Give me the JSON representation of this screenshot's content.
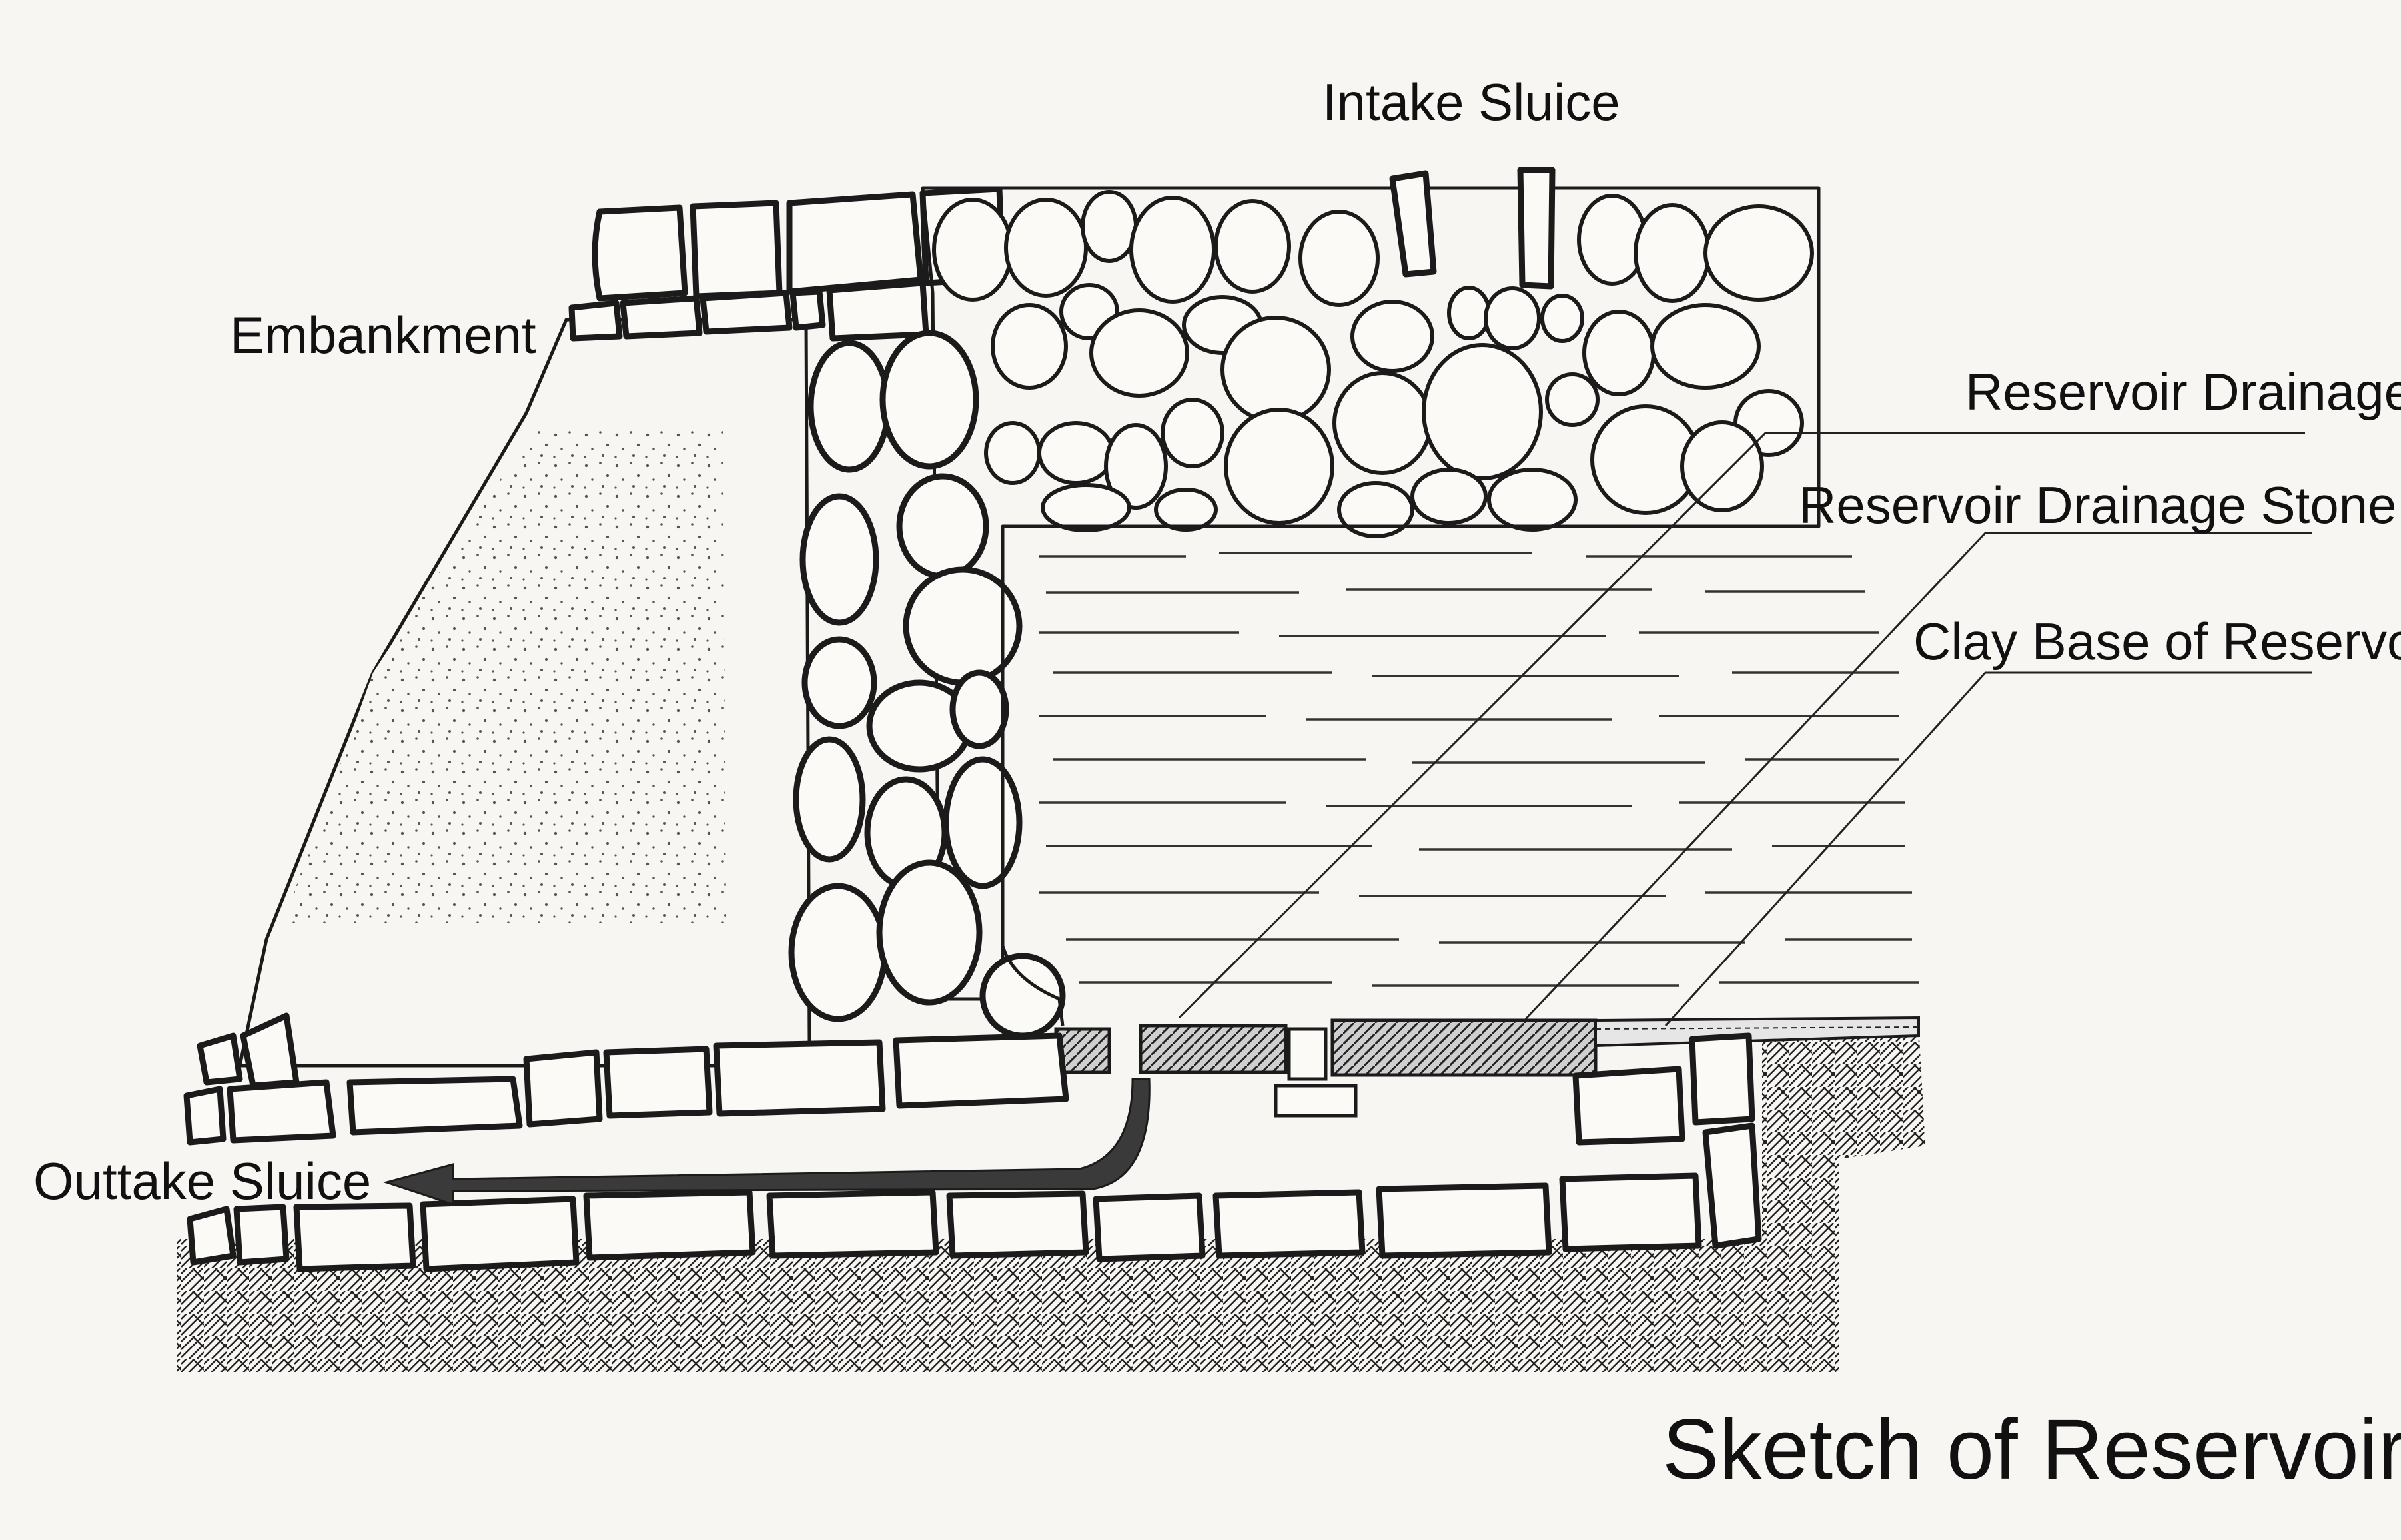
{
  "diagram": {
    "title": "Sketch of Reservoir",
    "labels": {
      "intake_sluice": "Intake Sluice",
      "embankment": "Embankment",
      "reservoir_drainage": "Reservoir Drainage",
      "reservoir_drainage_stone_lid": "Reservoir Drainage Stone Lid",
      "clay_base": "Clay Base of Reservoir",
      "outtake_sluice": "Outtake Sluice"
    }
  },
  "colors": {
    "paper": "#f7f6f2",
    "ink": "#1b1b1b",
    "flow_arrow": "#3a3a3a"
  }
}
